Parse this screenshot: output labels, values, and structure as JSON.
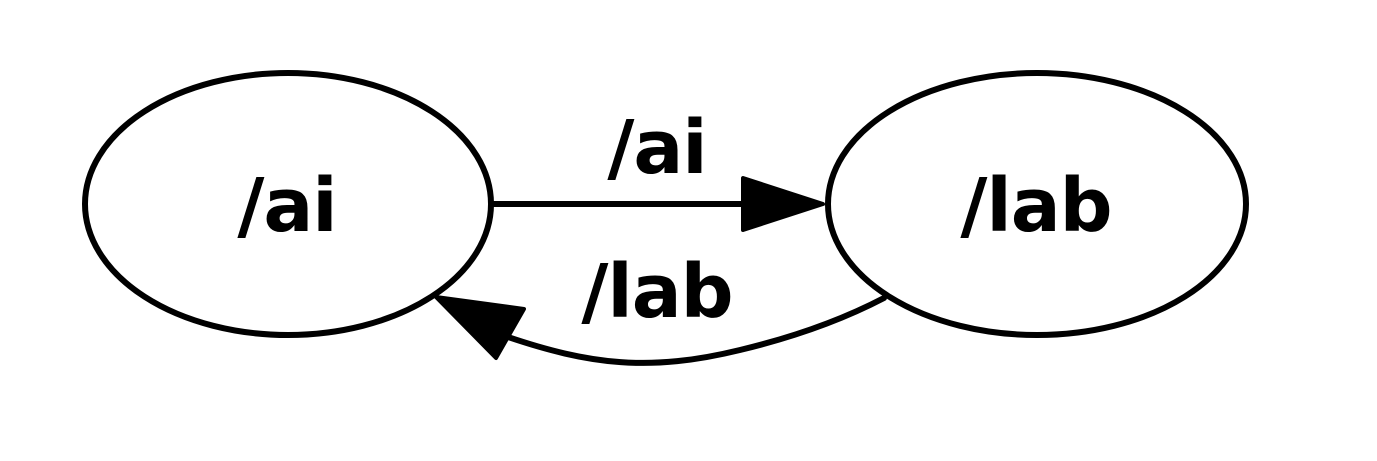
{
  "diagram": {
    "nodes": [
      {
        "id": "ai",
        "label": "/ai"
      },
      {
        "id": "lab",
        "label": "/lab"
      }
    ],
    "edges": [
      {
        "from": "ai",
        "to": "lab",
        "label": "/ai"
      },
      {
        "from": "lab",
        "to": "ai",
        "label": "/lab"
      }
    ]
  }
}
